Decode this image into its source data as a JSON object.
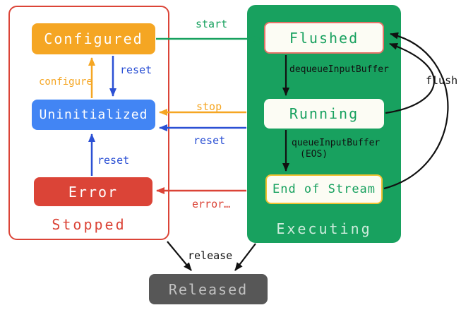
{
  "groups": {
    "stopped": {
      "label": "Stopped"
    },
    "executing": {
      "label": "Executing"
    }
  },
  "states": {
    "configured": "Configured",
    "uninitialized": "Uninitialized",
    "error": "Error",
    "flushed": "Flushed",
    "running": "Running",
    "end_of_stream": "End of Stream",
    "released": "Released"
  },
  "transitions": {
    "start": "start",
    "configure": "configure",
    "reset_configured": "reset",
    "stop": "stop",
    "reset_executing": "reset",
    "reset_error": "reset",
    "error": "error…",
    "dequeue_input_buffer": "dequeueInputBuffer",
    "queue_input_buffer": "queueInputBuffer",
    "queue_input_buffer_eos": "(EOS)",
    "flush": "flush",
    "release": "release"
  },
  "colors": {
    "orange": "#F5A623",
    "blue_state": "#4285F4",
    "blue_arrow": "#2B50D4",
    "red": "#DB4437",
    "green": "#18A15F",
    "released_gray": "#575757",
    "yellow_border": "#F1C232",
    "flushed_border": "#E57368",
    "black": "#111111"
  }
}
